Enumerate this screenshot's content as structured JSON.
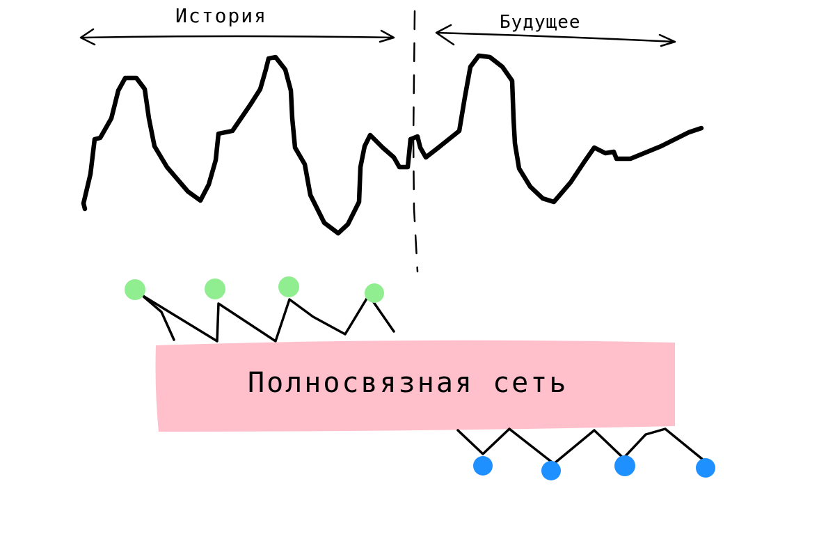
{
  "diagram": {
    "history_label": "История",
    "future_label": "Будущее",
    "network_label": "Полносвязная сеть"
  },
  "colors": {
    "background": "#ffffff",
    "ink": "#000000",
    "network_box": "#ffc0cb",
    "input_nodes": "#90ee90",
    "output_nodes": "#1e90ff"
  },
  "input_nodes": [
    {
      "id": "input-node-1"
    },
    {
      "id": "input-node-2"
    },
    {
      "id": "input-node-3"
    },
    {
      "id": "input-node-4"
    }
  ],
  "output_nodes": [
    {
      "id": "output-node-1"
    },
    {
      "id": "output-node-2"
    },
    {
      "id": "output-node-3"
    },
    {
      "id": "output-node-4"
    }
  ]
}
